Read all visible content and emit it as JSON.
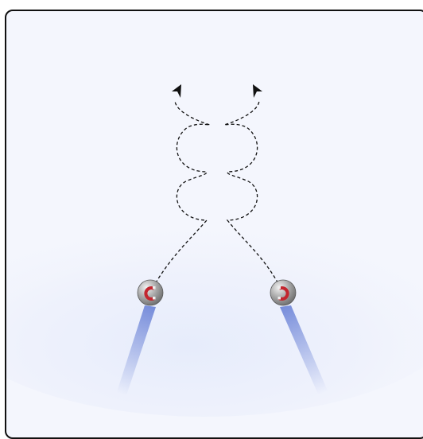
{
  "scene": {
    "background": "#f4f6fd",
    "glow_color": "#e6ecfb",
    "path_color": "#111111",
    "trail_color": "#7f96de",
    "ball_color": "#9a9a9a",
    "magnet_color": "#c3262f",
    "icons": [
      "magnetic-ball-icon",
      "magnet-icon",
      "arrowhead-icon"
    ],
    "balls": [
      {
        "id": "left",
        "path": "double-spiral-up-left"
      },
      {
        "id": "right",
        "path": "double-spiral-up-right"
      }
    ]
  }
}
